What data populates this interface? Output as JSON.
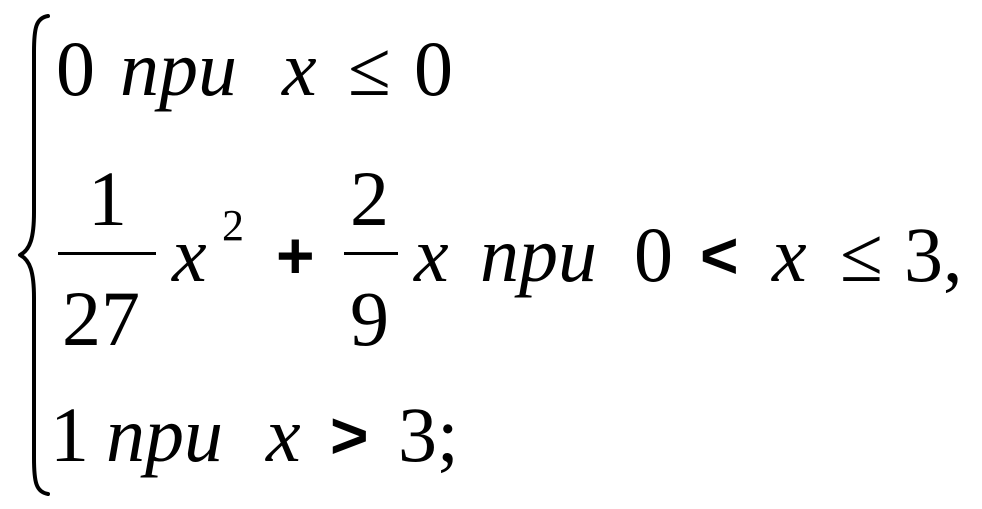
{
  "row1": {
    "value": "0",
    "word": "npu",
    "var": "x",
    "rel": "≤",
    "bound": "0"
  },
  "row2": {
    "frac1_num": "1",
    "frac1_den": "27",
    "var1": "x",
    "exp": "2",
    "plus": "+",
    "frac2_num": "2",
    "frac2_den": "9",
    "var2": "x",
    "word": "npu",
    "lower": "0",
    "rel1": "<",
    "var3": "x",
    "rel2": "≤",
    "upper": "3,"
  },
  "row3": {
    "value": "1",
    "word": "npu",
    "var": "x",
    "rel": ">",
    "bound": "3;"
  }
}
